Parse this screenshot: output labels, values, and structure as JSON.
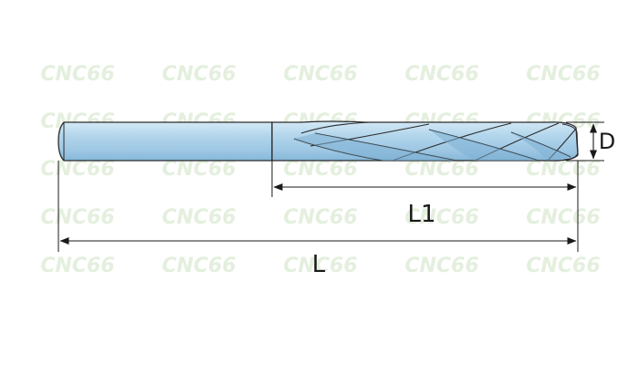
{
  "labels": {
    "diameter": "D",
    "flute_length": "L1",
    "overall_length": "L"
  },
  "watermark": {
    "text": "CNC66",
    "color": "#cfe3c4"
  },
  "colors": {
    "tool_fill": "#a9cfe7",
    "tool_shadow": "#7fb1d4",
    "tool_highlight": "#d4e9f5",
    "outline": "#2b2b2b",
    "dimension_line": "#1a1a1a"
  }
}
